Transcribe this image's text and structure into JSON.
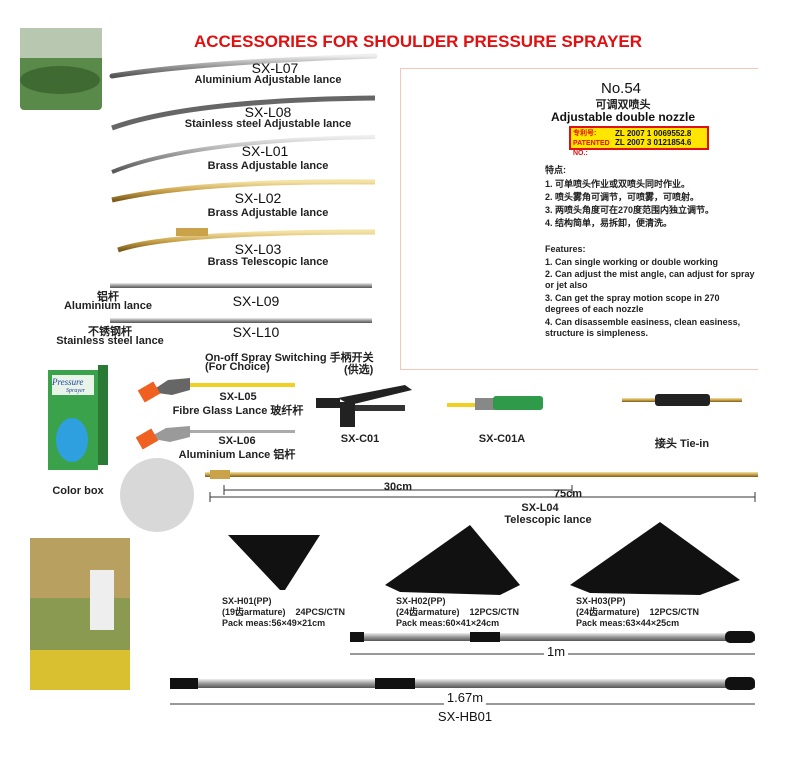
{
  "title": "ACCESSORIES FOR SHOULDER PRESSURE SPRAYER",
  "lances": [
    {
      "code": "SX-L07",
      "name": "Aluminium Adjustable lance"
    },
    {
      "code": "SX-L08",
      "name": "Stainless steel Adjustable lance"
    },
    {
      "code": "SX-L01",
      "name": "Brass Adjustable lance"
    },
    {
      "code": "SX-L02",
      "name": "Brass Adjustable lance"
    },
    {
      "code": "SX-L03",
      "name": "Brass Telescopic lance"
    },
    {
      "code": "SX-L09",
      "cn": "铝杆",
      "name": "Aluminium lance"
    },
    {
      "code": "SX-L10",
      "cn": "不锈钢杆",
      "name": "Stainless steel lance"
    }
  ],
  "nozzle": {
    "number": "No.54",
    "cn_name": "可调双喷头",
    "name": "Adjustable double nozzle",
    "patent_label_cn": "专利号:",
    "patent_label": "PATENTED NO.:",
    "patents": [
      "ZL 2007 1 0069552.8",
      "ZL 2007 3 0121854.6"
    ],
    "features_cn_title": "特点:",
    "features_cn": [
      "1. 可单喷头作业或双喷头同时作业。",
      "2. 喷头雾角可调节，可喷雾，可喷射。",
      "3. 两喷头角度可在270度范围内独立调节。",
      "4. 结构简单，易拆卸，便清洗。"
    ],
    "features_title": "Features:",
    "features": [
      "1. Can single working or double working",
      "2. Can adjust the mist angle, can adjust for spray or jet also",
      "3. Can get the spray motion scope in 270 degrees of each nozzle",
      "4. Can disassemble easiness, clean easiness, structure is simpleness."
    ]
  },
  "color_box": {
    "label": "Color box",
    "brand": "Pressure",
    "brand_sub": "Sprayer"
  },
  "switching": {
    "line1": "On-off Spray Switching 手柄开关",
    "line2": "(For Choice)",
    "line2_cn": "(供选)"
  },
  "l05": {
    "code": "SX-L05",
    "name": "Fibre Glass Lance 玻纤杆"
  },
  "l06": {
    "code": "SX-L06",
    "name": "Aluminium Lance 铝杆"
  },
  "c01": "SX-C01",
  "c01a": "SX-C01A",
  "tiein": "接头 Tie-in",
  "l04": {
    "len1": "30cm",
    "len2": "75cm",
    "code": "SX-L04",
    "name": "Telescopic lance"
  },
  "rakes": [
    {
      "code": "SX-H01(PP)",
      "spec": "(19齿armature)    24PCS/CTN",
      "pack": "Pack meas:56×49×21cm"
    },
    {
      "code": "SX-H02(PP)",
      "spec": "(24齿armature)    12PCS/CTN",
      "pack": "Pack meas:60×41×24cm"
    },
    {
      "code": "SX-H03(PP)",
      "spec": "(24齿armature)    12PCS/CTN",
      "pack": "Pack meas:63×44×25cm"
    }
  ],
  "handles": {
    "short": "1m",
    "long": "1.67m",
    "code": "SX-HB01"
  },
  "colors": {
    "title": "#e01010",
    "brass": "#c9a24a",
    "patent_bg": "#ffe600",
    "patent_border": "#e01010"
  }
}
